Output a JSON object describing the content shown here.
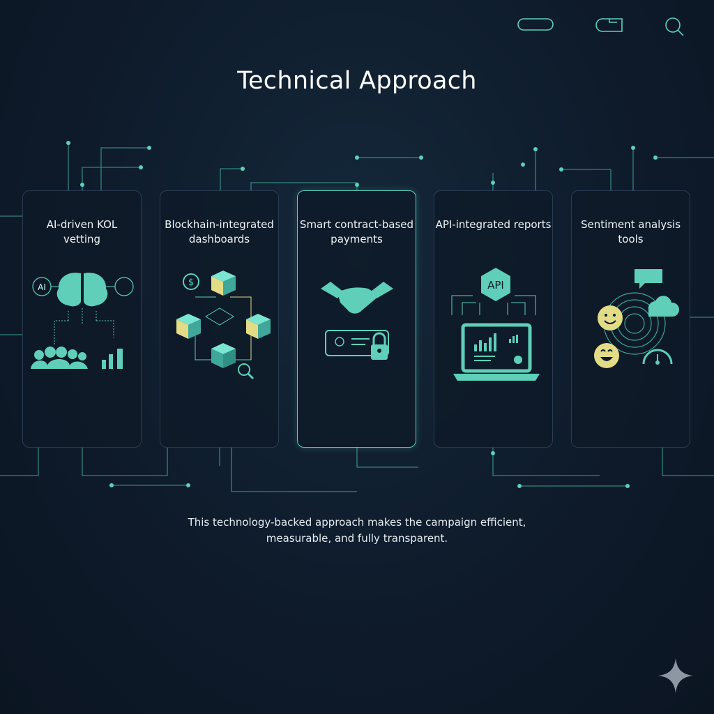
{
  "header": {
    "title": "Technical Approach"
  },
  "toolbar": {
    "icons": [
      "pill-shape-icon",
      "tab-shape-icon",
      "search-icon"
    ]
  },
  "cards": [
    {
      "title": "AI-driven KOL vetting",
      "icon": "brain-network-icon",
      "badge": "AI"
    },
    {
      "title": "Blockhain-integrated dashboards",
      "icon": "blockchain-cubes-icon"
    },
    {
      "title": "Smart contract-based payments",
      "icon": "handshake-lock-icon"
    },
    {
      "title": "API-integrated reports",
      "icon": "api-laptop-icon",
      "badge": "API"
    },
    {
      "title": "Sentiment analysis tools",
      "icon": "sentiment-faces-icon"
    }
  ],
  "active_card": 2,
  "footer": {
    "text": "This technology-backed approach makes the campaign efficient, measurable, and fully transparent."
  },
  "colors": {
    "accent": "#5fcfb9",
    "highlight": "#e3dc86",
    "background": "#0e1b2b",
    "card_border": "#2a3c52"
  }
}
